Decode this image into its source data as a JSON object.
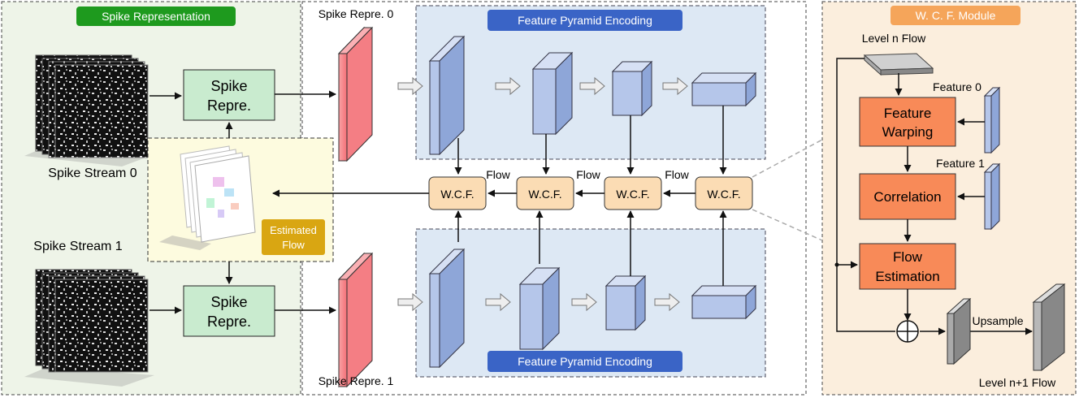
{
  "panels": {
    "spike_representation": "Spike Representation",
    "feature_pyramid_top": "Feature Pyramid Encoding",
    "feature_pyramid_bottom": "Feature Pyramid Encoding",
    "wcf_module": "W. C. F. Module"
  },
  "inputs": {
    "stream0": "Spike Stream 0",
    "stream1": "Spike Stream 1"
  },
  "spike_repr_block": [
    "Spike",
    "Repre."
  ],
  "repr_labels": {
    "top": "Spike Repre. 0",
    "bottom": "Spike Repre. 1"
  },
  "estimated_flow": [
    "Estimated",
    "Flow"
  ],
  "wcf_label": "W.C.F.",
  "flow_label": "Flow",
  "module": {
    "level_n_flow": "Level n Flow",
    "feature0": "Feature 0",
    "feature1": "Feature 1",
    "feature_warping": [
      "Feature",
      "Warping"
    ],
    "correlation": "Correlation",
    "flow_estimation": [
      "Flow",
      "Estimation"
    ],
    "upsample": "Upsample",
    "level_n1_flow": "Level n+1 Flow"
  },
  "colors": {
    "spike_panel_bg": "#eef4e8",
    "pyramid_bg": "#dde8f4",
    "module_bg": "#fbeedd",
    "estimated_bg": "#fdfbdf",
    "green_tag": "#1e9a1e",
    "blue_tag": "#3a64c6",
    "orange_tag": "#f5a55a",
    "gold_tag": "#d9a612",
    "spike_block": "#c9ebcf",
    "wcf_block": "#fbdcb4",
    "module_block": "#f88a58",
    "red_slab": "#f7858a",
    "blue_cube": "#a9bde6"
  }
}
